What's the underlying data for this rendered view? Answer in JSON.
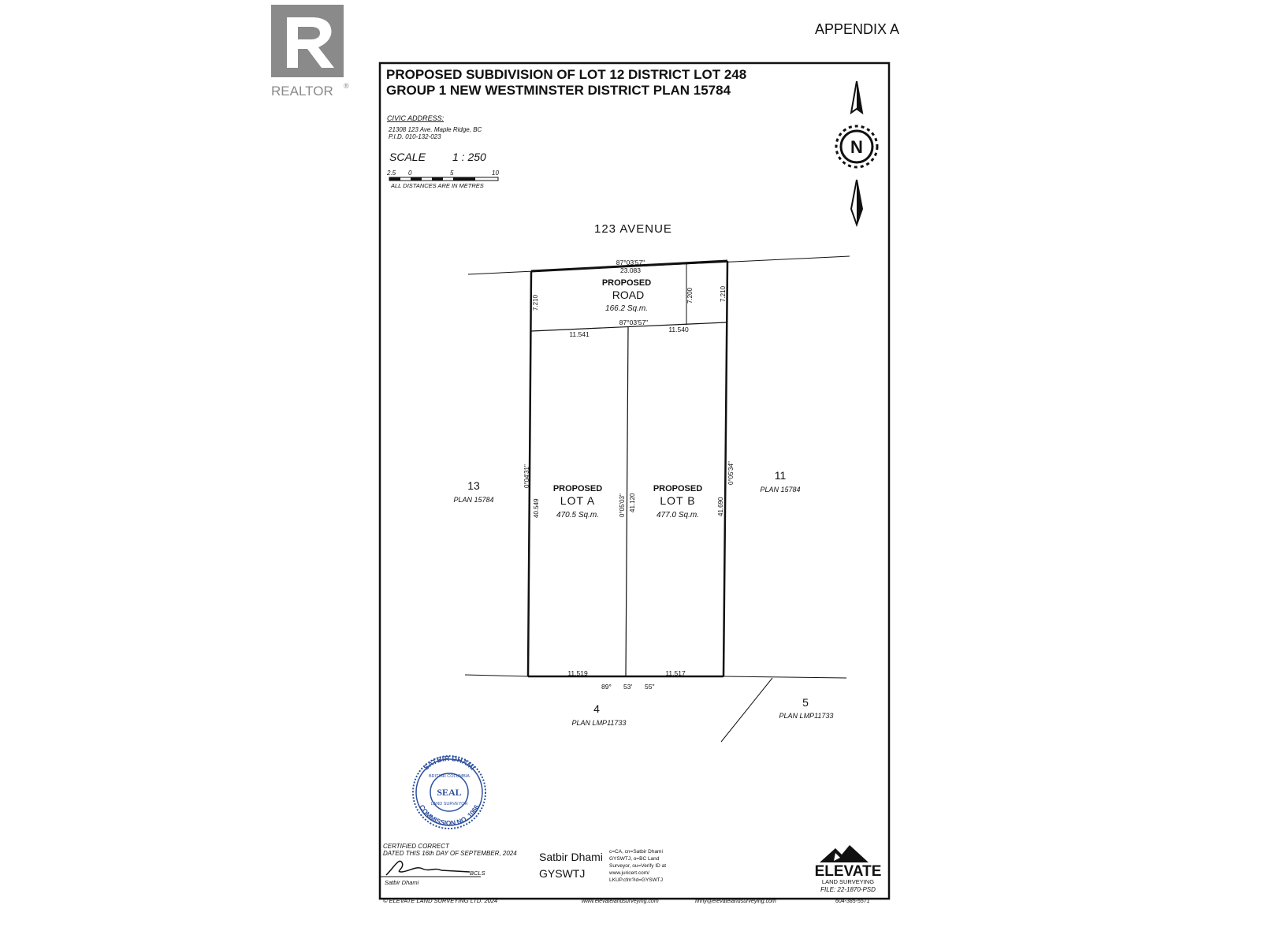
{
  "header": {
    "appendix_label": "APPENDIX A",
    "realtor_logo_text": "REALTOR",
    "realtor_registered_mark": "®"
  },
  "plan": {
    "title_line1": "PROPOSED SUBDIVISION OF LOT 12 DISTRICT LOT 248",
    "title_line2": "GROUP 1 NEW WESTMINSTER DISTRICT PLAN 15784",
    "civic_heading": "CIVIC ADDRESS:",
    "civic_address": "21308 123 Ave. Maple Ridge, BC",
    "pid": "P.I.D. 010-132-023",
    "scale_label": "SCALE",
    "scale_value": "1 : 250",
    "scale_ticks": [
      "2.5",
      "0",
      "5",
      "10"
    ],
    "distances_note": "ALL DISTANCES ARE IN METRES",
    "north_label": "N",
    "street_name": "123 AVENUE",
    "top_bearing": "87°03'57\"",
    "top_distance": "23.083",
    "road": {
      "line1": "PROPOSED",
      "line2": "ROAD",
      "area": "166.2 Sq.m.",
      "left_width": "7.210",
      "mid_width": "7.200",
      "right_width": "7.210",
      "bottom_bearing": "87°03'57\""
    },
    "lot_a": {
      "line1": "PROPOSED",
      "line2": "LOT A",
      "area": "470.5 Sq.m.",
      "top_distance": "11.541",
      "bottom_distance": "11.519",
      "left_bearing": "0°04'31\"",
      "left_length": "40.549"
    },
    "lot_b": {
      "line1": "PROPOSED",
      "line2": "LOT B",
      "area": "477.0 Sq.m.",
      "top_distance": "11.540",
      "bottom_distance": "11.517",
      "right_bearing": "0°05'34\"",
      "right_length": "41.690"
    },
    "middle_bearing": "0°05'03\"",
    "middle_length": "41.120",
    "bottom_bearing_parts": [
      "89°",
      "53'",
      "55\""
    ],
    "neighbors": {
      "lot13_number": "13",
      "lot13_plan": "PLAN 15784",
      "lot11_number": "11",
      "lot11_plan": "PLAN 15784",
      "lot4_number": "4",
      "lot4_plan": "PLAN LMP11733",
      "lot5_number": "5",
      "lot5_plan": "PLAN LMP11733"
    },
    "seal": {
      "name": "SATBIR DHAMI",
      "province": "BRITISH COLUMBIA",
      "center": "SEAL",
      "role": "LAND SURVEYOR",
      "commission": "COMMISSION NO. 1066"
    },
    "certification": {
      "line1": "CERTIFIED CORRECT",
      "line2": "DATED THIS 16th DAY OF SEPTEMBER, 2024",
      "bcls": "BCLS",
      "signer": "Satbir Dhami"
    },
    "digital_signature": {
      "name": "Satbir Dhami",
      "code": "GYSWTJ",
      "details": [
        "c=CA, cn=Satbir Dhami",
        "GYSWTJ, o=BC Land",
        "Surveyor, ou=Verify ID at",
        "www.juricert.com/",
        "LKUP.cfm?id=GYSWTJ"
      ]
    },
    "company": {
      "logo_text": "ELEVATE",
      "logo_sub": "LAND SURVEYING",
      "file_no": "FILE: 22-1870-PSD"
    },
    "footer": {
      "copyright": "© ELEVATE LAND SURVEYING LTD. 2024",
      "website": "www.elevatelandsurveying.com",
      "email": "finny@elevatelandsurveying.com",
      "phone": "604-385-5571"
    }
  }
}
